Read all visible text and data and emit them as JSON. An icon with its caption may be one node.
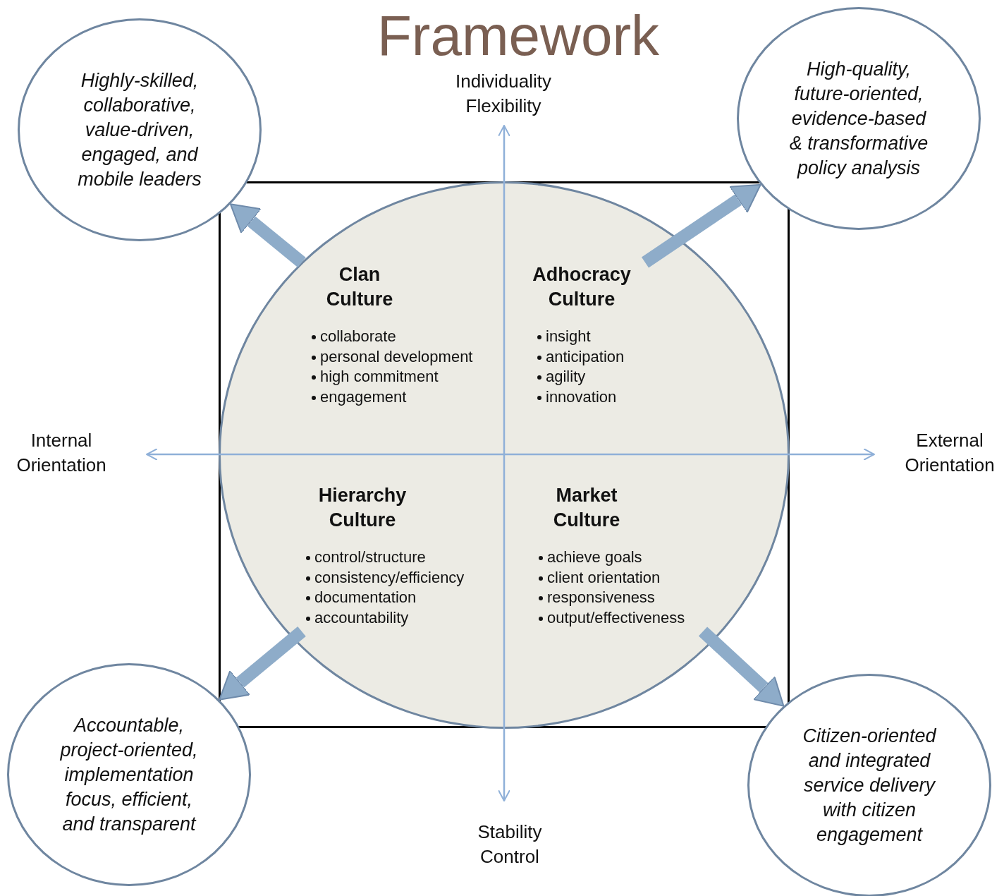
{
  "diagram": {
    "title": "Framework",
    "nodes": [
      {
        "text": [],
        "shape": "circle"
      },
      {
        "text": [
          "Clan Culture",
          "collaborate",
          "personal development",
          "high commitment",
          "engagement"
        ],
        "in": 0
      },
      {
        "text": [
          "Adhocracy Culture",
          "insight",
          "anticipation",
          "agility",
          "innovation"
        ],
        "in": 0
      },
      {
        "text": [
          "Hierarchy Culture",
          "control/structure",
          "consistency/efficiency",
          "documentation",
          "accountability"
        ],
        "in": 0
      },
      {
        "text": [
          "Market Culture",
          "achieve goals",
          "client orientation",
          "responsiveness",
          "output/effectiveness"
        ],
        "in": 0
      },
      {
        "text": [
          "Highly-skilled, collaborative, value-driven, engaged, and mobile leaders"
        ]
      },
      {
        "text": [
          "High-quality, future-oriented, evidence-based & transformative policy analysis"
        ]
      },
      {
        "text": [
          "Accountable, project-oriented, implementation focus, efficient, and transparent"
        ]
      },
      {
        "text": [
          "Citizen-oriented and integrated service delivery with citizen engagement"
        ]
      }
    ],
    "edges": [
      {
        "from": 1,
        "to": 5,
        "arrow": "to"
      },
      {
        "from": 2,
        "to": 6,
        "arrow": "to"
      },
      {
        "from": 3,
        "to": 7,
        "arrow": "to"
      },
      {
        "from": 4,
        "to": 8,
        "arrow": "to"
      }
    ],
    "labels": [
      "Individuality Flexibility",
      "Internal Orientation",
      "External Orientation",
      "Stability Control"
    ]
  }
}
